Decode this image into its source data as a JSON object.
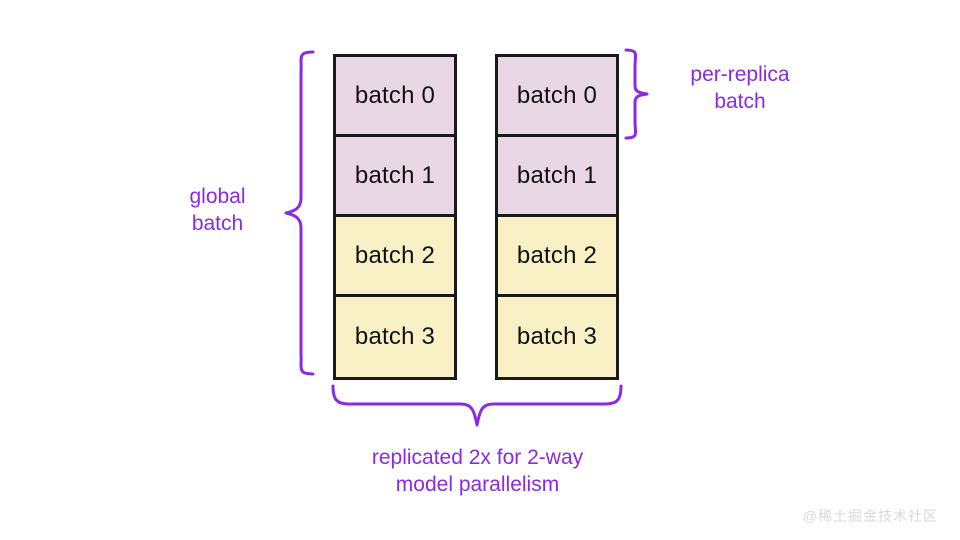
{
  "diagram": {
    "title": "data-parallel batch split across model-parallel replicas",
    "background_color": "#ffffff",
    "accent_color": "#8a2be2",
    "border_color": "#1a1a1a",
    "pink_fill": "#e9d7e5",
    "yellow_fill": "#faf0c6"
  },
  "columns": [
    {
      "name": "replica-0",
      "cells": [
        {
          "label": "batch 0",
          "fill": "pink"
        },
        {
          "label": "batch 1",
          "fill": "pink"
        },
        {
          "label": "batch 2",
          "fill": "yellow"
        },
        {
          "label": "batch 3",
          "fill": "yellow"
        }
      ]
    },
    {
      "name": "replica-1",
      "cells": [
        {
          "label": "batch 0",
          "fill": "pink"
        },
        {
          "label": "batch 1",
          "fill": "pink"
        },
        {
          "label": "batch 2",
          "fill": "yellow"
        },
        {
          "label": "batch 3",
          "fill": "yellow"
        }
      ]
    }
  ],
  "annotations": {
    "global_batch": "global\nbatch",
    "per_replica_batch": "per-replica\nbatch",
    "bottom_caption": "replicated 2x for 2-way\nmodel parallelism"
  },
  "watermark": "@稀土掘金技术社区"
}
